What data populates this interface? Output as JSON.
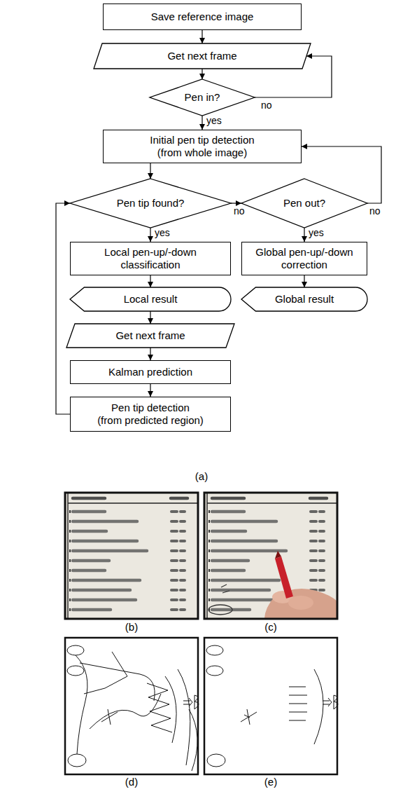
{
  "diagram": {
    "nodes": [
      {
        "text": [
          "Save reference image"
        ]
      },
      {
        "text": [
          "Get next frame"
        ]
      },
      {
        "text": [
          "Pen in?"
        ]
      },
      {
        "text": [
          "Initial pen tip detection (from whole image)"
        ]
      },
      {
        "text": [
          "Pen tip found?"
        ]
      },
      {
        "text": [
          "Pen out?"
        ]
      },
      {
        "text": [
          "Local pen-up/-down classification"
        ]
      },
      {
        "text": [
          "Global pen-up/-down correction"
        ]
      },
      {
        "text": [
          "Local result"
        ]
      },
      {
        "text": [
          "Global result"
        ]
      },
      {
        "text": [
          "Get next frame"
        ]
      },
      {
        "text": [
          "Kalman prediction"
        ]
      },
      {
        "text": [
          "Pen tip detection (from predicted region)"
        ]
      }
    ],
    "edges": [
      {
        "from": 0,
        "to": 1,
        "arrow": "to"
      },
      {
        "from": 1,
        "to": 2,
        "arrow": "to"
      },
      {
        "from": 2,
        "to": 1,
        "label": "no",
        "arrow": "to"
      },
      {
        "from": 2,
        "to": 3,
        "label": "yes",
        "arrow": "to"
      },
      {
        "from": 3,
        "to": 4,
        "arrow": "to"
      },
      {
        "from": 4,
        "to": 6,
        "label": "yes",
        "arrow": "to"
      },
      {
        "from": 4,
        "to": 5,
        "label": "no",
        "arrow": "to"
      },
      {
        "from": 5,
        "to": 3,
        "label": "no",
        "arrow": "to"
      },
      {
        "from": 5,
        "to": 7,
        "label": "yes",
        "arrow": "to"
      },
      {
        "from": 6,
        "to": 8,
        "arrow": "to"
      },
      {
        "from": 8,
        "to": 10,
        "arrow": "to"
      },
      {
        "from": 10,
        "to": 11,
        "arrow": "to"
      },
      {
        "from": 11,
        "to": 12,
        "arrow": "to"
      },
      {
        "from": 12,
        "to": 4,
        "arrow": "to"
      },
      {
        "from": 7,
        "to": 9,
        "arrow": "to"
      }
    ],
    "labels": [
      "(a)",
      "(b)",
      "(c)",
      "(d)",
      "(e)"
    ]
  }
}
